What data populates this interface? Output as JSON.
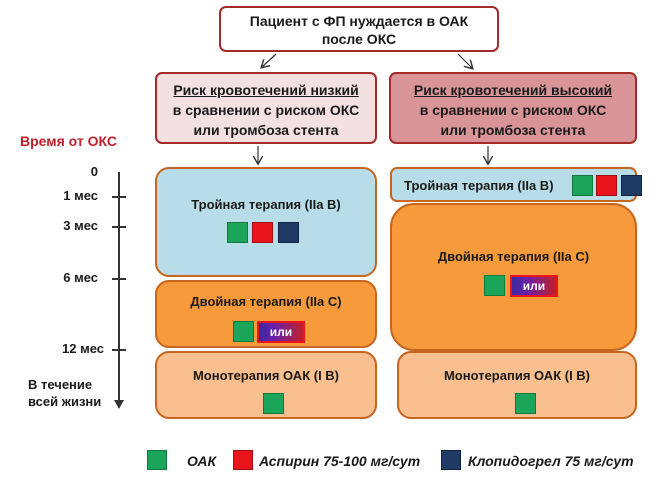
{
  "header": {
    "line1": "Пациент с ФП нуждается в ОАК",
    "line2": "после ОКС"
  },
  "risk_low": {
    "title": "Риск кровотечений низкий",
    "line2": "в сравнении с риском ОКС",
    "line3": "или тромбоза стента"
  },
  "risk_high": {
    "title": "Риск кровотечений высокий",
    "line2": "в сравнении с риском ОКС",
    "line3": "или тромбоза стента"
  },
  "timeline": {
    "title": "Время от ОКС",
    "labels": [
      "0",
      "1 мес",
      "3 мес",
      "6 мес",
      "12 мес"
    ],
    "lifetime_line1": "В течение",
    "lifetime_line2": "всей жизни"
  },
  "left": {
    "triple": "Тройная терапия (IIa B)",
    "dual": "Двойная терапия (IIa C)",
    "mono": "Монотерапия  ОАК (I B)",
    "or_label": "или"
  },
  "right": {
    "triple": "Тройная терапия (IIa B)",
    "dual": "Двойная терапия (IIa C)",
    "mono": "Монотерапия  ОАК (I B)",
    "or_label": "или"
  },
  "legend": {
    "oak": "ОАК",
    "aspirin": "Аспирин 75-100 мг/сут",
    "clopidogrel": "Клопидогрел 75 мг/сут"
  },
  "colors": {
    "oak": "#1aa55a",
    "aspirin": "#e8151c",
    "clopidogrel": "#1f3a64",
    "border": "#a52a2a"
  }
}
